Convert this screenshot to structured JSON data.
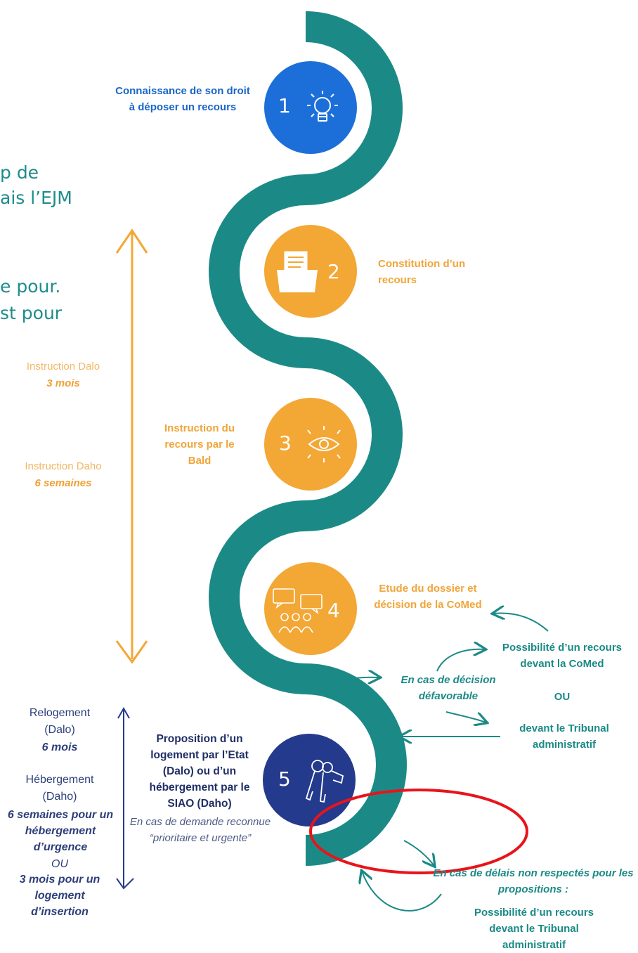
{
  "background_text": {
    "line1": "p de",
    "line2": "ais l’EJM",
    "line3": "e pour.",
    "line4": "st pour"
  },
  "steps": [
    {
      "number": "1",
      "label": "Connaissance de son droit à déposer  un recours",
      "color": "#1c6fd8",
      "icon": "lightbulb-icon"
    },
    {
      "number": "2",
      "label": "Constitution d’un recours",
      "color": "#f3a735",
      "icon": "folder-document-icon"
    },
    {
      "number": "3",
      "label": "Instruction du recours par le Bald",
      "color": "#f3a735",
      "icon": "eye-icon"
    },
    {
      "number": "4",
      "label": "Etude du dossier et décision de la CoMed",
      "color": "#f3a735",
      "icon": "group-discussion-icon"
    },
    {
      "number": "5",
      "label": "Proposition d’un logement par l’Etat (Dalo) ou d’un hébergement par le SIAO (Daho)",
      "color": "#243a8c",
      "icon": "keys-icon"
    }
  ],
  "step5_note": "En cas de demande reconnue “prioritaire et urgente”",
  "instruction": {
    "dalo_label": "Instruction Dalo",
    "dalo_duration": "3 mois",
    "daho_label": "Instruction Daho",
    "daho_duration": "6 semaines"
  },
  "relogement": {
    "label": "Relogement",
    "sub": "(Dalo)",
    "duration": "6 mois"
  },
  "hebergement": {
    "label": "Hébergement",
    "sub": "(Daho)",
    "duration": "6 semaines pour un hébergement d’urgence",
    "or": "OU",
    "duration2": "3 mois pour un logement d’insertion"
  },
  "decision": {
    "case": "En cas de décision défavorable",
    "option1": "Possibilité d’un recours devant la CoMed",
    "or": "OU",
    "option2": "devant le Tribunal administratif"
  },
  "delays": {
    "case": "En cas de délais non respectés pour les propositions :",
    "outcome": "Possibilité d’un recours devant le Tribunal administratif"
  },
  "colors": {
    "teal": "#1b8a86",
    "orange": "#f3a735",
    "blue": "#1c6fd8",
    "navy": "#243a8c",
    "highlight": "#e8141b"
  }
}
